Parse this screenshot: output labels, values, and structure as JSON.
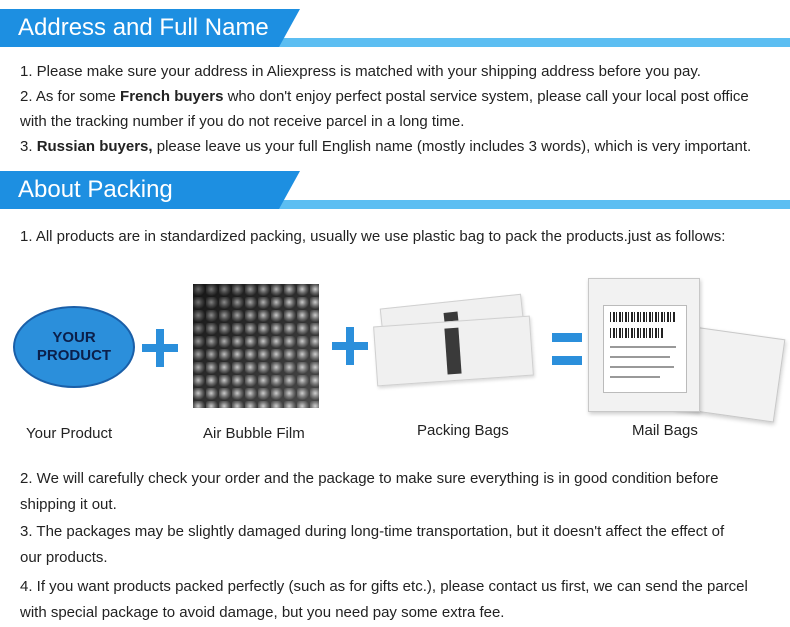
{
  "sections": [
    {
      "title": "Address and Full Name"
    },
    {
      "title": "About Packing"
    }
  ],
  "address": {
    "p1": "1. Please make sure your address in Aliexpress is matched with your shipping address before you pay.",
    "p2_prefix": "2. As for some ",
    "p2_bold": "French buyers",
    "p2_suffix": " who don't enjoy perfect postal service system, please call your local post office",
    "p2_line2": "with the tracking number if you do not receive parcel in a long time.",
    "p3_prefix": "3. ",
    "p3_bold": "Russian buyers,",
    "p3_suffix": " please leave us your full English name (mostly includes 3 words), which is very important."
  },
  "packing": {
    "intro": "1. All products are in standardized packing, usually we use plastic bag to pack the products.just as follows:",
    "product_oval_line1": "YOUR",
    "product_oval_line2": "PRODUCT",
    "captions": {
      "product": "Your Product",
      "bubble": "Air Bubble Film",
      "bags": "Packing Bags",
      "mail": "Mail Bags"
    },
    "p2_line1": "2. We will carefully check your order and the package to make sure everything is in good condition before",
    "p2_line2": "shipping it out.",
    "p3_line1": "3. The packages may be slightly damaged during long-time transportation, but it doesn't affect the effect of",
    "p3_line2": "our products.",
    "p4_line1": "4. If you want products packed perfectly (such as for gifts etc.), please contact us first, we can send the parcel",
    "p4_line2": "with special package to avoid damage, but you need pay some extra fee."
  },
  "colors": {
    "banner_dark": "#1d8fe1",
    "banner_light": "#5cbef2",
    "accent": "#2b8fdb"
  }
}
